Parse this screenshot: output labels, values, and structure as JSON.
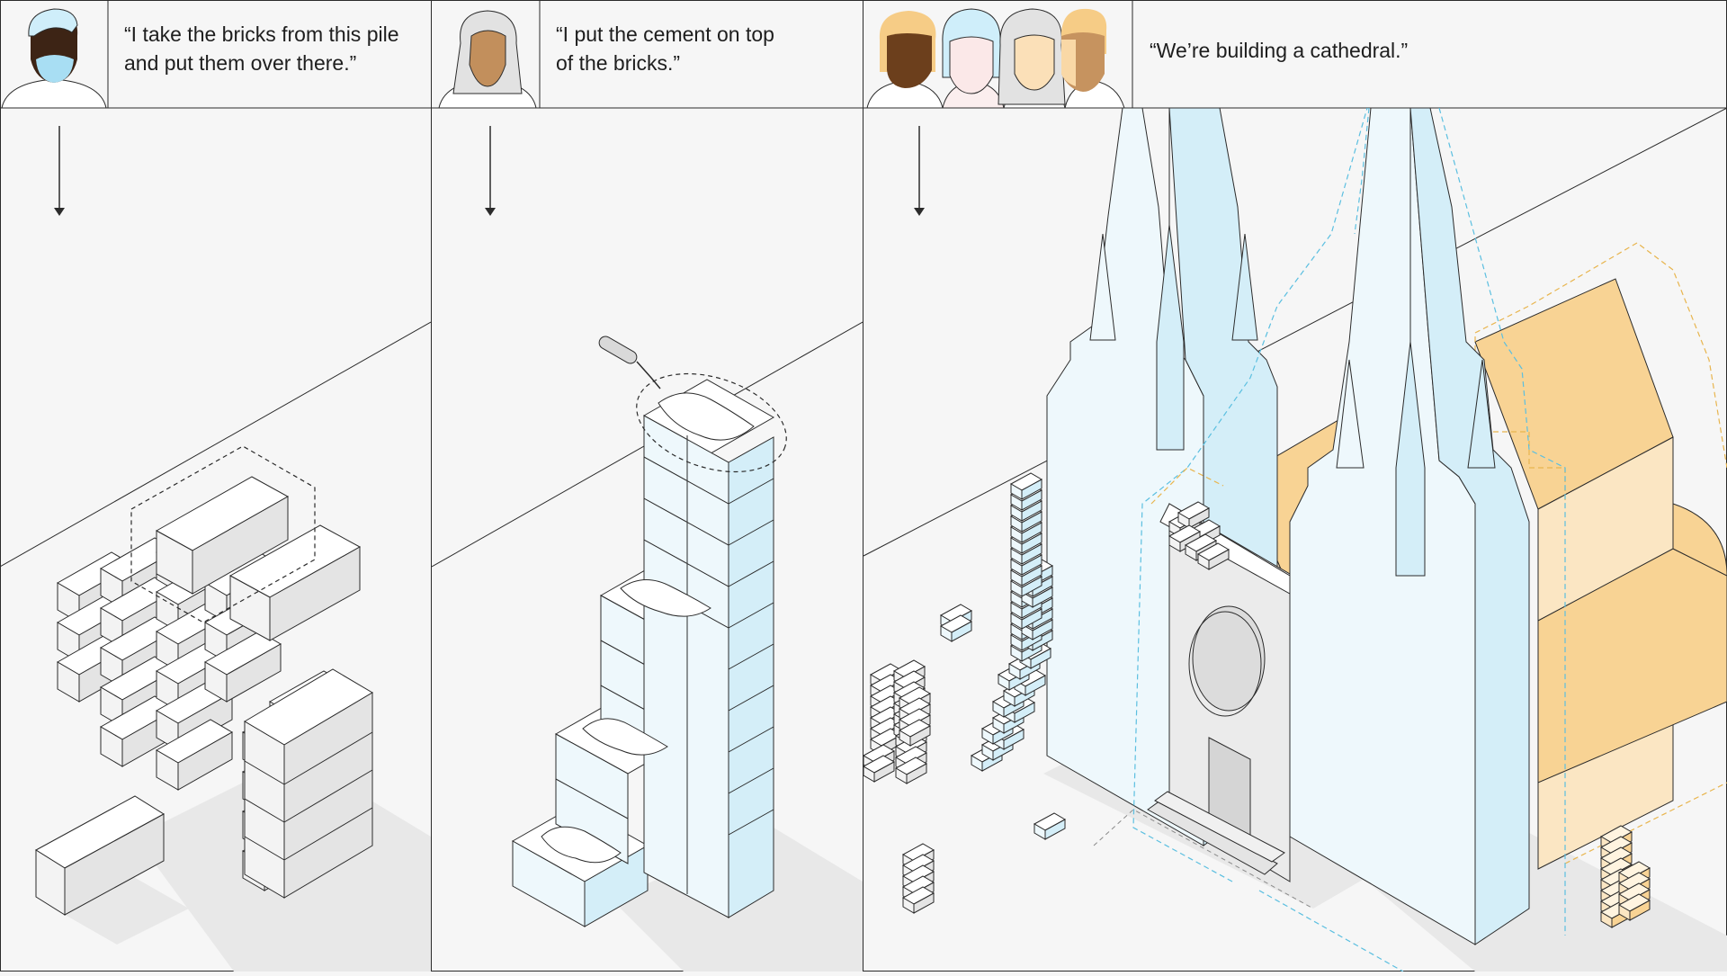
{
  "panels": [
    {
      "quote_line1": "“I take the bricks from this pile",
      "quote_line2": "and put them over there.”"
    },
    {
      "quote_line1": "“I put the cement on top",
      "quote_line2": "of the bricks.”"
    },
    {
      "quote_line1": "“We’re building a cathedral.”",
      "quote_line2": ""
    }
  ],
  "colors": {
    "background": "#f6f6f6",
    "line": "#2b2b2b",
    "ice_blue": "#d4eef8",
    "pale_blue": "#eef8fc",
    "orange": "#f8d394",
    "light_orange": "#fbe6c3",
    "dashed_orange": "#e8b54e",
    "dashed_blue": "#5bbfe0",
    "shadow": "#e6e6e6"
  },
  "icons": [
    "worker-avatar-icon",
    "down-arrow-icon",
    "trowel-icon",
    "brick-icon",
    "cathedral-icon"
  ]
}
